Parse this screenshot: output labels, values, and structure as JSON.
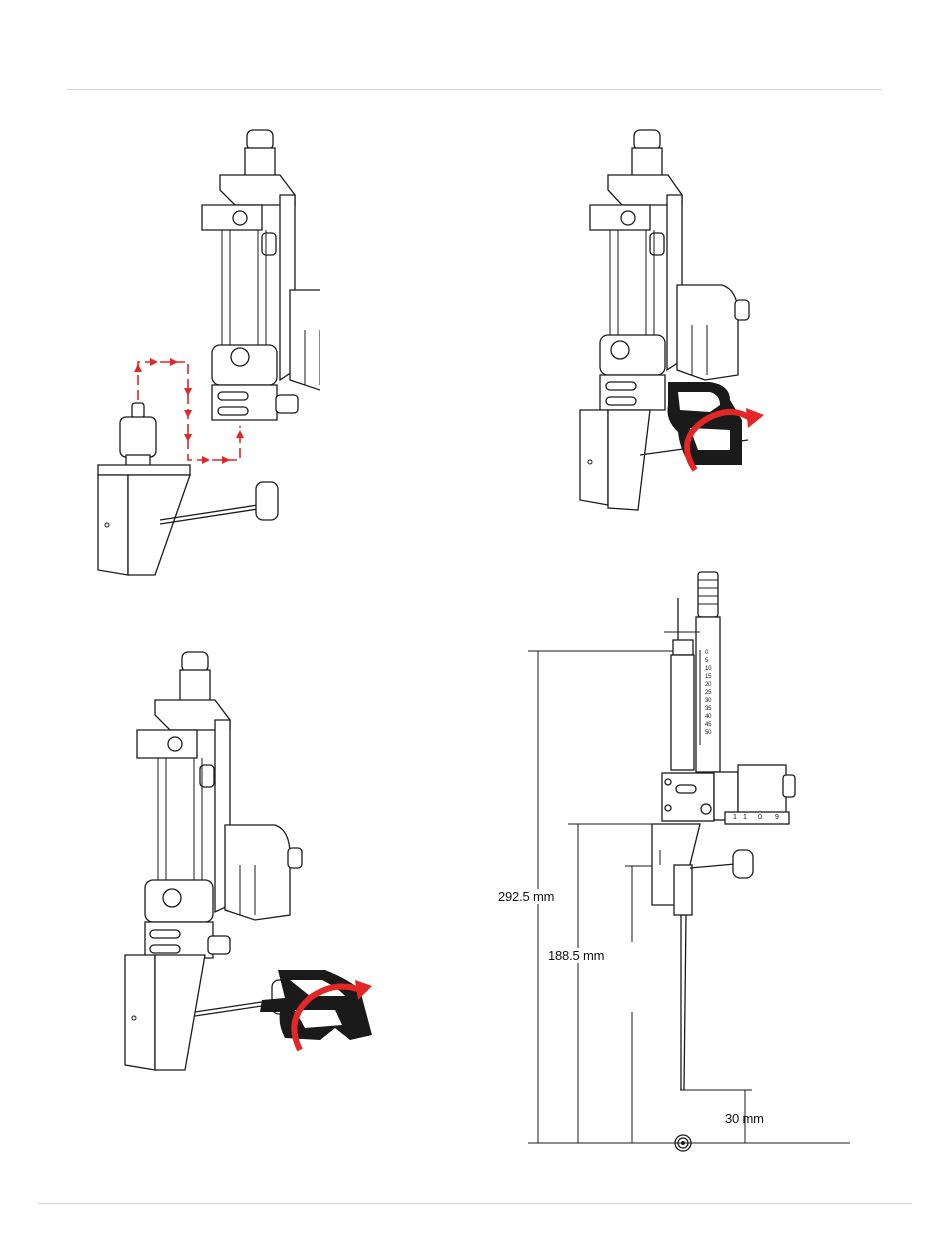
{
  "colors": {
    "arrow_red": "#e32626",
    "line": "#1a1a1a",
    "rule": "#d4d4d4"
  },
  "dimensions": {
    "total_height": "292.5 mm",
    "mount_height": "188.5 mm",
    "tip_offset": "30 mm"
  },
  "scale_ticks": [
    "0",
    "5",
    "10",
    "15",
    "20",
    "25",
    "30",
    "35",
    "40",
    "45",
    "50"
  ],
  "micrometer_digits": [
    "1",
    "1",
    "0",
    "9"
  ]
}
